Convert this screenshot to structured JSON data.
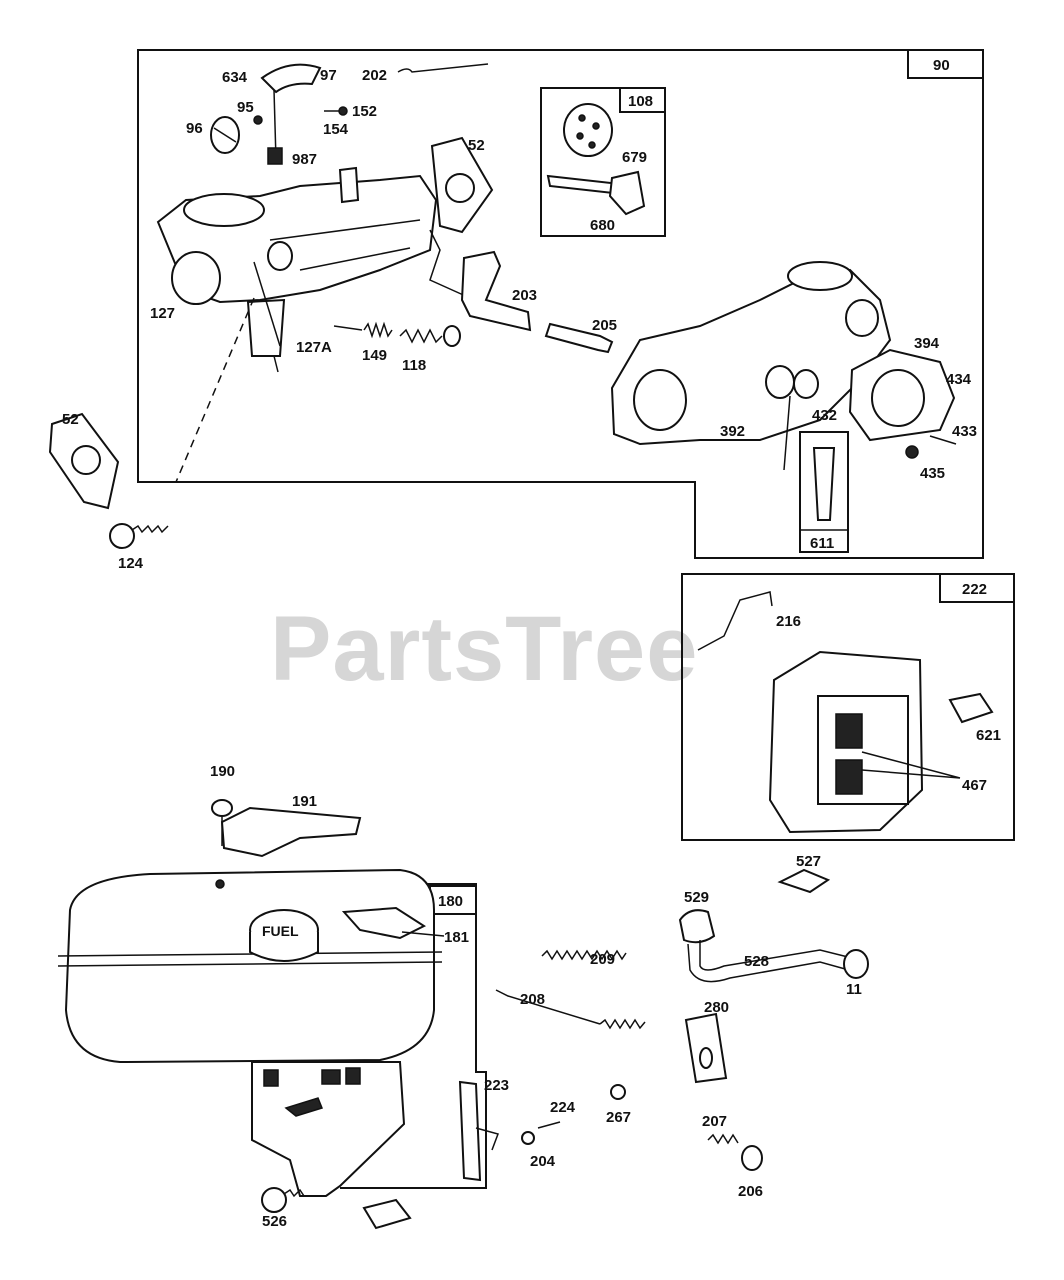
{
  "watermark": "PartsTree",
  "fuel_cap_text": "FUEL",
  "boxes": {
    "carburetor": "90",
    "repair_kit": "108",
    "fuel_tank": "180",
    "air_cleaner": "222",
    "jet_inset": "611"
  },
  "labels": {
    "l634": "634",
    "l97": "97",
    "l202": "202",
    "l95": "95",
    "l152": "152",
    "l154": "154",
    "l96": "96",
    "l987": "987",
    "l52a": "52",
    "l679": "679",
    "l680": "680",
    "l127": "127",
    "l127a": "127A",
    "l149": "149",
    "l118": "118",
    "l203": "203",
    "l205": "205",
    "l394": "394",
    "l434": "434",
    "l433": "433",
    "l435": "435",
    "l432": "432",
    "l392": "392",
    "l52b": "52",
    "l124": "124",
    "l216": "216",
    "l621": "621",
    "l467": "467",
    "l527": "527",
    "l529": "529",
    "l528": "528",
    "l11": "11",
    "l190": "190",
    "l191": "191",
    "l181": "181",
    "l209": "209",
    "l208": "208",
    "l280": "280",
    "l223": "223",
    "l224": "224",
    "l204": "204",
    "l267": "267",
    "l207": "207",
    "l206": "206",
    "l526": "526"
  }
}
